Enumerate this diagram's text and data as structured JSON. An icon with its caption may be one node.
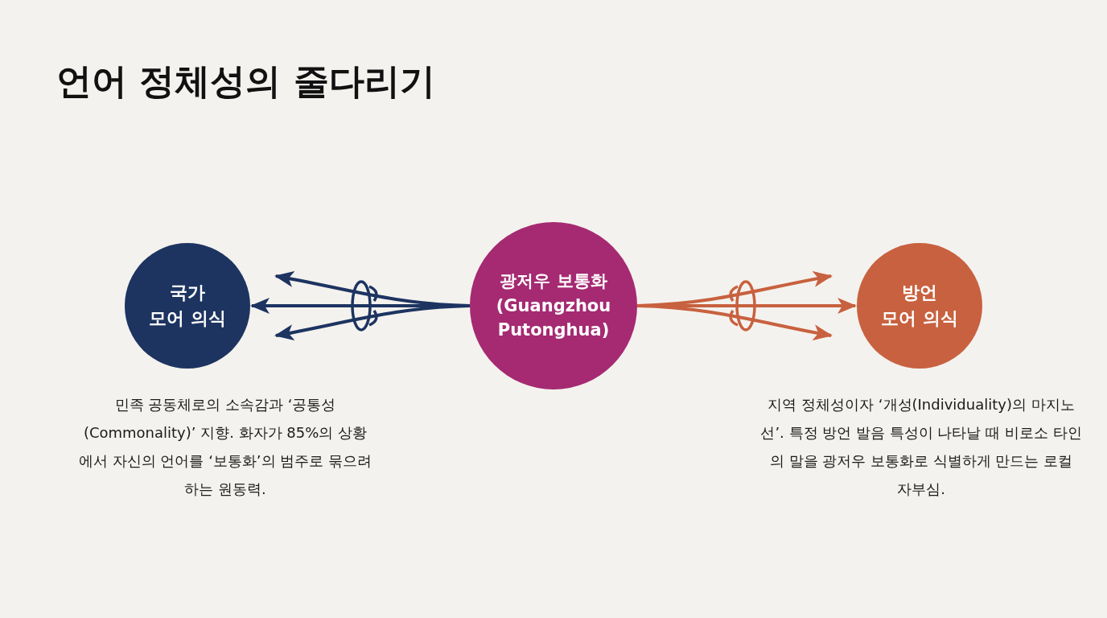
{
  "diagram": {
    "title": "언어 정체성의 줄다리기",
    "nodes": [
      {
        "text": [
          "국가 모어 의식"
        ],
        "beside": [
          "민족 공동체로의 소속감과 ‘공통성(Commonality)’ 지향. 화자가 85%의 상황에서 자신의 언어를 ‘보통화’의 범주로 묶으려 하는 원동력."
        ]
      },
      {
        "text": [
          "광저우 보통화 (Guangzhou Putonghua)"
        ]
      },
      {
        "text": [
          "방언 모어 의식"
        ],
        "beside": [
          "지역 정체성이자 ‘개성(Individuality)의 마지노선’. 특정 방언 발음 특성이 나타날 때 비로소 타인의 말을 광저우 보통화로 식별하게 만드는 로컬 자부심."
        ]
      }
    ],
    "edges": [
      {
        "from": 1,
        "to": 0,
        "arrow": "to",
        "color": "#1d3461"
      },
      {
        "from": 1,
        "to": 0,
        "arrow": "to",
        "color": "#1d3461"
      },
      {
        "from": 1,
        "to": 0,
        "arrow": "to",
        "color": "#1d3461"
      },
      {
        "from": 1,
        "to": 2,
        "arrow": "to",
        "color": "#c8613f"
      },
      {
        "from": 1,
        "to": 2,
        "arrow": "to",
        "color": "#c8613f"
      },
      {
        "from": 1,
        "to": 2,
        "arrow": "to",
        "color": "#c8613f"
      }
    ]
  }
}
